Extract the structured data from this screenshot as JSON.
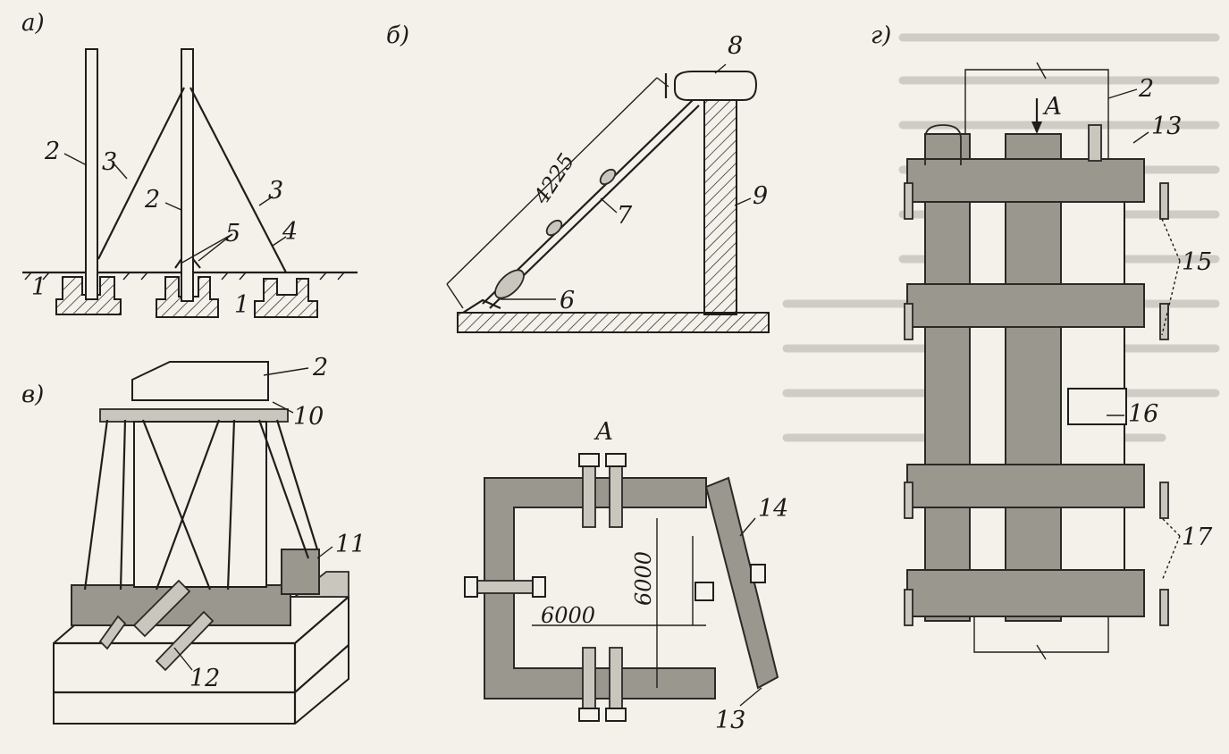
{
  "panels": {
    "a": "а)",
    "b": "б)",
    "v": "в)",
    "g": "г)"
  },
  "callouts": {
    "a": [
      "1",
      "2",
      "3",
      "2",
      "3",
      "4",
      "5",
      "1"
    ],
    "b": [
      "8",
      "4225",
      "7",
      "9",
      "6"
    ],
    "v": [
      "2",
      "10",
      "11",
      "12"
    ],
    "view": [
      "А",
      "6000",
      "6000",
      "14",
      "13"
    ],
    "g": [
      "А",
      "2",
      "13",
      "15",
      "16",
      "17"
    ]
  }
}
